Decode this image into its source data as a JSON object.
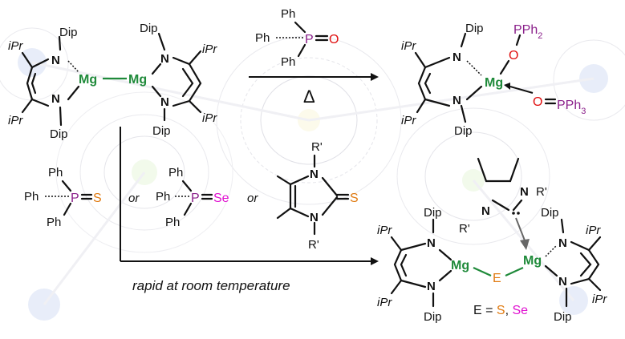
{
  "diagram": {
    "reactant_dimer": {
      "mg_label": "Mg",
      "n_label": "N",
      "dip_label": "Dip",
      "ipr_label": "iPr"
    },
    "reagent_top": {
      "ph": "Ph",
      "p": "P",
      "o": "O"
    },
    "heat_symbol": "Δ",
    "product_top": {
      "mg": "Mg",
      "pph2": "PPh",
      "pph2_sub": "2",
      "pph3": "PPh",
      "pph3_sub": "3",
      "o": "O"
    },
    "reagent_lower": {
      "ph": "Ph",
      "p": "P",
      "s": "S",
      "se": "Se",
      "or": "or",
      "r_prime": "R'",
      "n": "N"
    },
    "product_bottom": {
      "mg": "Mg",
      "e": "E",
      "n": "N",
      "dip": "Dip",
      "ipr": "iPr",
      "r_prime": "R'",
      "legend_eq": "E = ",
      "legend_s": "S",
      "legend_comma": ", ",
      "legend_se": "Se"
    },
    "condition_text": "rapid at room temperature"
  },
  "colors": {
    "mg": "#1f8a3a",
    "p": "#8a1f8a",
    "o": "#e01010",
    "s": "#e07a10",
    "se": "#e010d0"
  }
}
